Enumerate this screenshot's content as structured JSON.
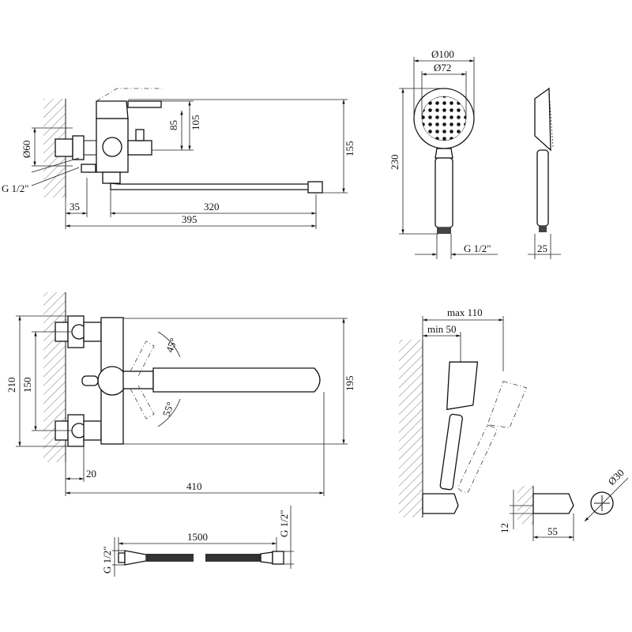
{
  "dimensions": {
    "top_view": {
      "d_ecc": "Ø60",
      "thread": "G 1/2\"",
      "h_handle": "105",
      "h_85": "85",
      "h_total": "155",
      "w_35": "35",
      "w_spout": "320",
      "w_total": "395"
    },
    "shower_head": {
      "d_outer": "Ø100",
      "d_inner": "Ø72",
      "length": "230",
      "thread": "G 1/2\"",
      "depth": "25"
    },
    "front_view": {
      "h_210": "210",
      "h_150": "150",
      "h_195": "195",
      "ang_45": "45°",
      "ang_55": "55°",
      "w_20": "20",
      "w_410": "410"
    },
    "holder": {
      "max": "max 110",
      "min": "min 50"
    },
    "bracket": {
      "d_30": "Ø30",
      "h_12": "12",
      "w_55": "55"
    },
    "hose": {
      "length": "1500",
      "thread_left": "G 1/2\"",
      "thread_right": "G 1/2\""
    }
  }
}
